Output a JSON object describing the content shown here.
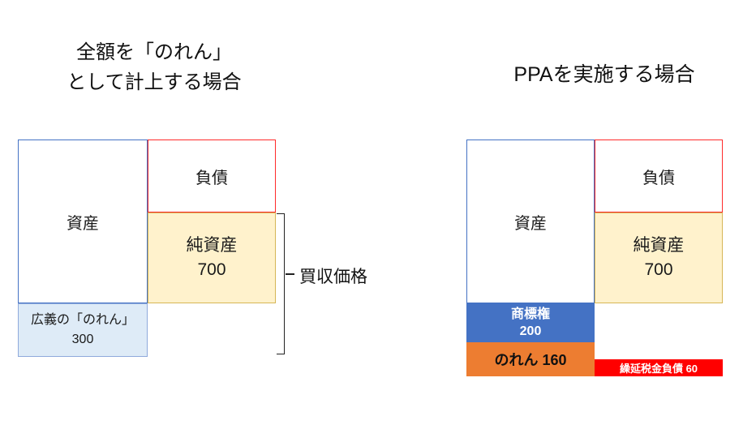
{
  "left_panel": {
    "title_lines": [
      "全額を「のれん」",
      "として計上する場合"
    ],
    "assets": {
      "label": "資産"
    },
    "liabilities": {
      "label": "負債"
    },
    "net_assets": {
      "label": "純資産",
      "value": "700"
    },
    "broad_goodwill": {
      "label": "広義の「のれん」",
      "value": "300"
    },
    "bracket_label": "買収価格"
  },
  "right_panel": {
    "title": "PPAを実施する場合",
    "assets": {
      "label": "資産"
    },
    "liabilities": {
      "label": "負債"
    },
    "net_assets": {
      "label": "純資産",
      "value": "700"
    },
    "trademark": {
      "label": "商標権",
      "value": "200"
    },
    "goodwill": {
      "label": "のれん 160"
    },
    "deferred_tax": {
      "label": "繰延税金負債 60"
    }
  },
  "colors": {
    "blue_border": "#4472C4",
    "red_border": "#FF2A2A",
    "gold_border": "#D6B656",
    "yellow_fill": "#FFF2CC",
    "light_blue_fill": "#DEEBF7",
    "light_blue_border": "#8FAADC",
    "blue_fill": "#4472C4",
    "orange_fill": "#ED7D31",
    "red_fill": "#FF0000"
  }
}
